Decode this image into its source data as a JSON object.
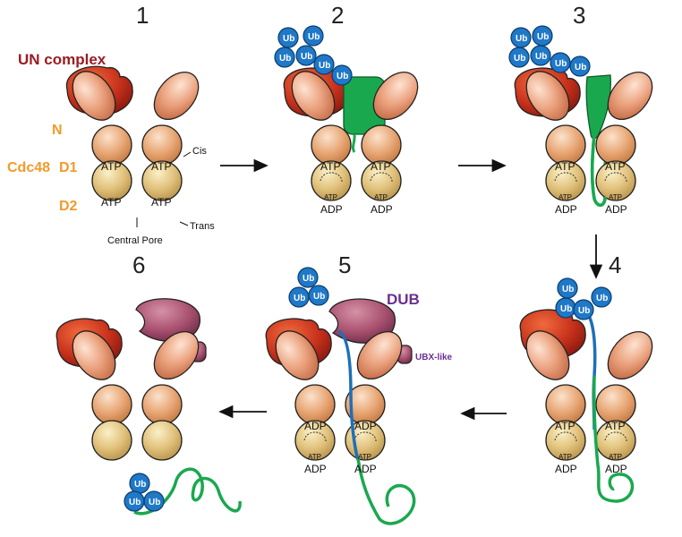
{
  "steps": [
    "1",
    "2",
    "3",
    "4",
    "5",
    "6"
  ],
  "labels": {
    "un_complex": "UN complex",
    "n": "N",
    "cdc48": "Cdc48",
    "d1": "D1",
    "d2": "D2",
    "cis": "Cis",
    "trans": "Trans",
    "central_pore": "Central Pore",
    "dub": "DUB",
    "ubx_like": "UBX-like"
  },
  "nucleotides": {
    "atp": "ATP",
    "adp": "ADP"
  },
  "ubiquitin": "Ub",
  "colors": {
    "un_complex": "#c8321c",
    "n_domain": "#e9a27c",
    "d1_domain": "#e5a877",
    "d2_domain": "#e0c07d",
    "ubiquitin": "#1f78c8",
    "substrate_green": "#1aa84f",
    "substrate_blue": "#1f6fb8",
    "dub": "#a8506f",
    "label_orange": "#f39a2b",
    "arrow": "#111111"
  }
}
